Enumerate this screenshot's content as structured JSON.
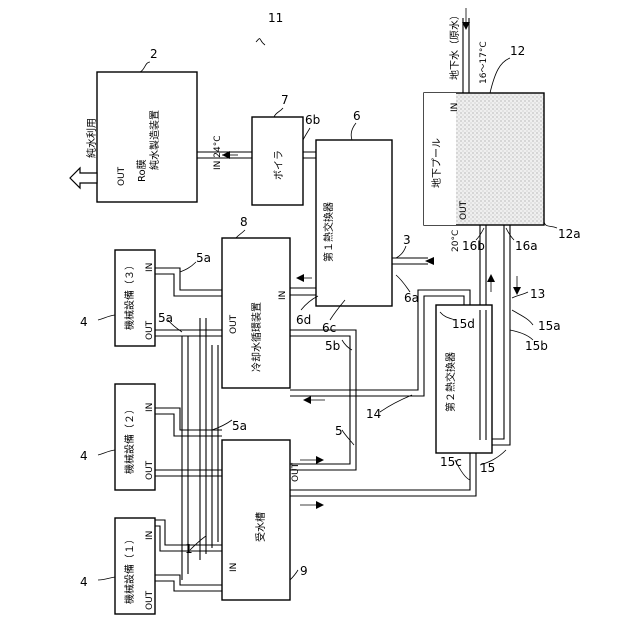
{
  "refs": {
    "r11": "11",
    "r2": "2",
    "r7": "7",
    "r6": "6",
    "r6b": "6b",
    "r12": "12",
    "r12a": "12a",
    "r16a": "16a",
    "r16b": "16b",
    "r8": "8",
    "r3": "3",
    "r6a": "6a",
    "r13": "13",
    "r15a": "15a",
    "r15b": "15b",
    "r15d": "15d",
    "r6c": "6c",
    "r6d": "6d",
    "r5a_top": "5a",
    "r5a_mid": "5a",
    "r5a_low": "5a",
    "r5b": "5b",
    "r5": "5",
    "r14": "14",
    "r15": "15",
    "r15c": "15c",
    "r4_top": "4",
    "r4_mid": "4",
    "r4_bot": "4",
    "r9": "9",
    "r1": "1"
  },
  "labels": {
    "pure_water_use": "純水利用",
    "ro_line1": "Ro膜",
    "ro_line2": "純水製造装置",
    "ro_temp": "IN 24°C",
    "ro_out": "OUT",
    "boiler": "ボイラ",
    "hx1": "第１熱交換器",
    "pool": "地下プール",
    "pool_in": "IN",
    "pool_out": "OUT",
    "groundwater": "地下水（原水）",
    "gw_temp": "16〜17°C",
    "temp_20": "20°C",
    "cooling": "冷却水循環装置",
    "cooling_in": "IN",
    "cooling_out": "OUT",
    "hx2": "第２熱交換器",
    "tank": "受水槽",
    "tank_in": "IN",
    "tank_out": "OUT",
    "equip3": "機械設備（３）",
    "equip2": "機械設備（２）",
    "equip1": "機械設備（１）",
    "eq3_in": "IN",
    "eq3_out": "OUT",
    "eq2_in": "IN",
    "eq2_out": "OUT",
    "eq1_in": "IN",
    "eq1_out": "OUT"
  },
  "colors": {
    "line": "#000000",
    "pool_fill": "#d9d9d9"
  }
}
